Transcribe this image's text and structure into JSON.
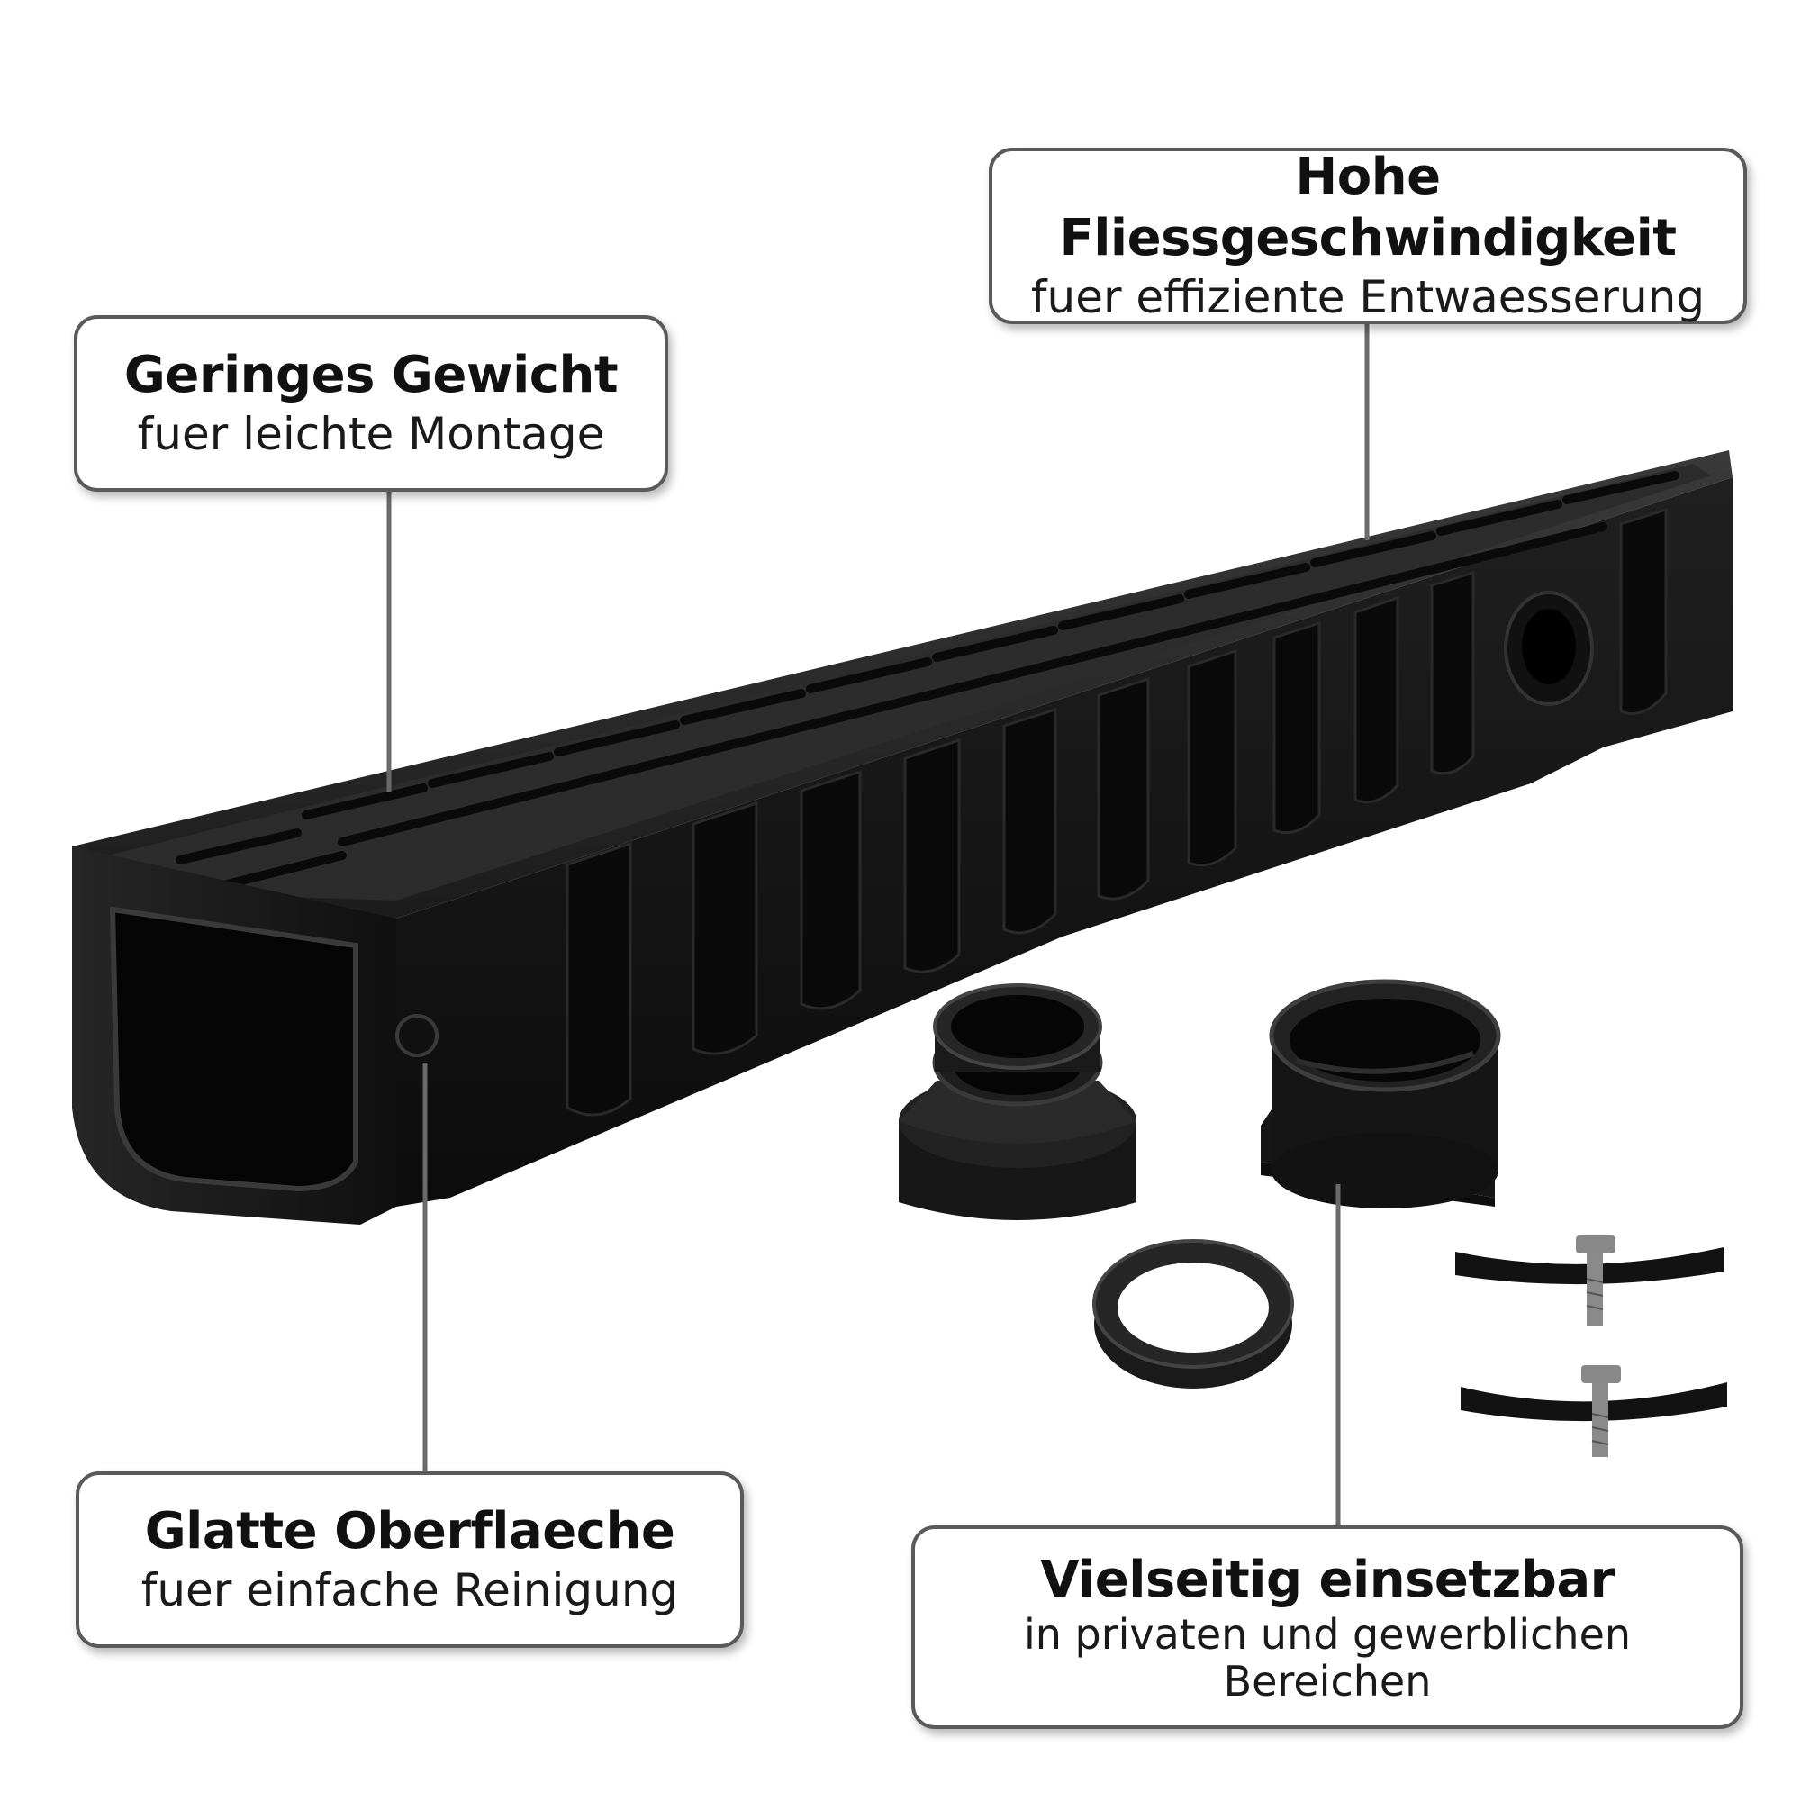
{
  "callouts": {
    "weight": {
      "title": "Geringes Gewicht",
      "subtitle": "fuer leichte Montage"
    },
    "flow": {
      "title": "Hohe Fliessgeschwindigkeit",
      "subtitle": "fuer effiziente Entwaesserung"
    },
    "surface": {
      "title": "Glatte Oberflaeche",
      "subtitle": "fuer einfache Reinigung"
    },
    "versatile": {
      "title": "Vielseitig einsetzbar",
      "subtitle": "in privaten und gewerblichen Bereichen"
    }
  },
  "colors": {
    "product": "#161616",
    "border": "#5a5a5a",
    "background": "#ffffff"
  },
  "image": {
    "main_object": "drainage-channel-with-grating",
    "accessories": [
      "end-cap-adapter",
      "end-cap-with-outlet",
      "sealing-ring",
      "mounting-clip",
      "mounting-clip"
    ]
  }
}
